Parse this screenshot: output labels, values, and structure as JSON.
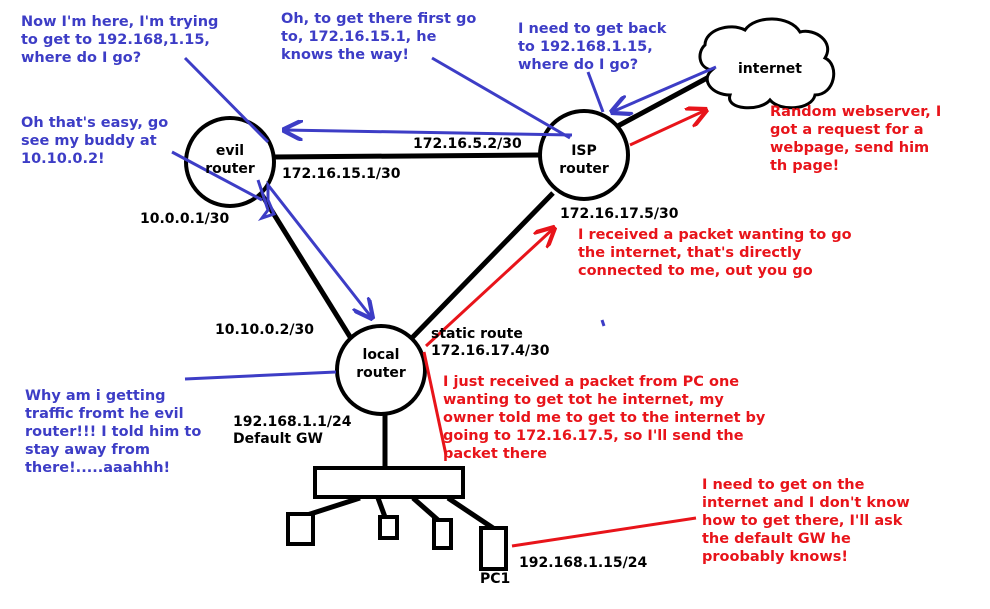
{
  "nodes": {
    "evil_router": "evil\nrouter",
    "isp_router": "ISP\nrouter",
    "local_router": "local\nrouter",
    "internet": "internet",
    "pc1": "PC1"
  },
  "addresses": {
    "evil_isp_link_isp": "172.16.5.2/30",
    "evil_isp_link_evil": "172.16.15.1/30",
    "evil_local_link_evil": "10.0.0.1/30",
    "evil_local_link_local": "10.10.0.2/30",
    "isp_local_link_isp": "172.16.17.5/30",
    "static_route": "static route\n172.16.17.4/30",
    "local_lan": "192.168.1.1/24\nDefault GW",
    "pc1_ip": "192.168.1.15/24"
  },
  "notes_blue": {
    "evil_question": "Now I'm here, I'm trying\nto get to 192.168,1.15,\nwhere do I go?",
    "isp_hint": "Oh, to get there first go\nto, 172.16.15.1, he\nknows the way!",
    "isp_back": "I need to get back\nto 192.168.1.15,\nwhere do I go?",
    "evil_answer": "Oh that's easy, go\nsee my buddy at\n10.10.0.2!",
    "local_complaint": "Why am i getting\ntraffic fromt he evil\nrouter!!! I told him to\nstay away from\nthere!.....aaahhh!"
  },
  "notes_red": {
    "webserver": "Random webserver, I\ngot a request for a\nwebpage, send him\nth page!",
    "isp_forward": "I received a packet wanting to go\nthe internet, that's directly\nconnected to me, out you go",
    "local_forward": "I just received a packet from PC one\nwanting to get tot he internet, my\nowner told me to get to the internet by\ngoing to 172.16.17.5, so I'll send the\npacket there",
    "pc_need": "I need to get on the\ninternet and I don't know\nhow to get there, I'll ask\nthe default GW he\nproobably knows!"
  },
  "colors": {
    "blue": "#3d3dc6",
    "red": "#e8141a",
    "black": "#000000"
  }
}
